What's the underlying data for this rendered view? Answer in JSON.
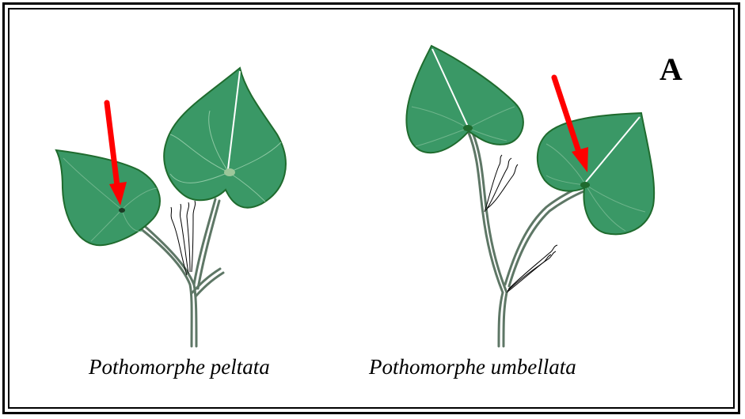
{
  "panel_label": "A",
  "species": [
    {
      "name": "Pothomorphe peltata"
    },
    {
      "name": "Pothomorphe umbellata"
    }
  ],
  "colors": {
    "leaf_fill": "#3a9866",
    "leaf_edge": "#1f6b2e",
    "stem": "#5e7766",
    "arrow": "#ff0000",
    "frame": "#000000"
  }
}
